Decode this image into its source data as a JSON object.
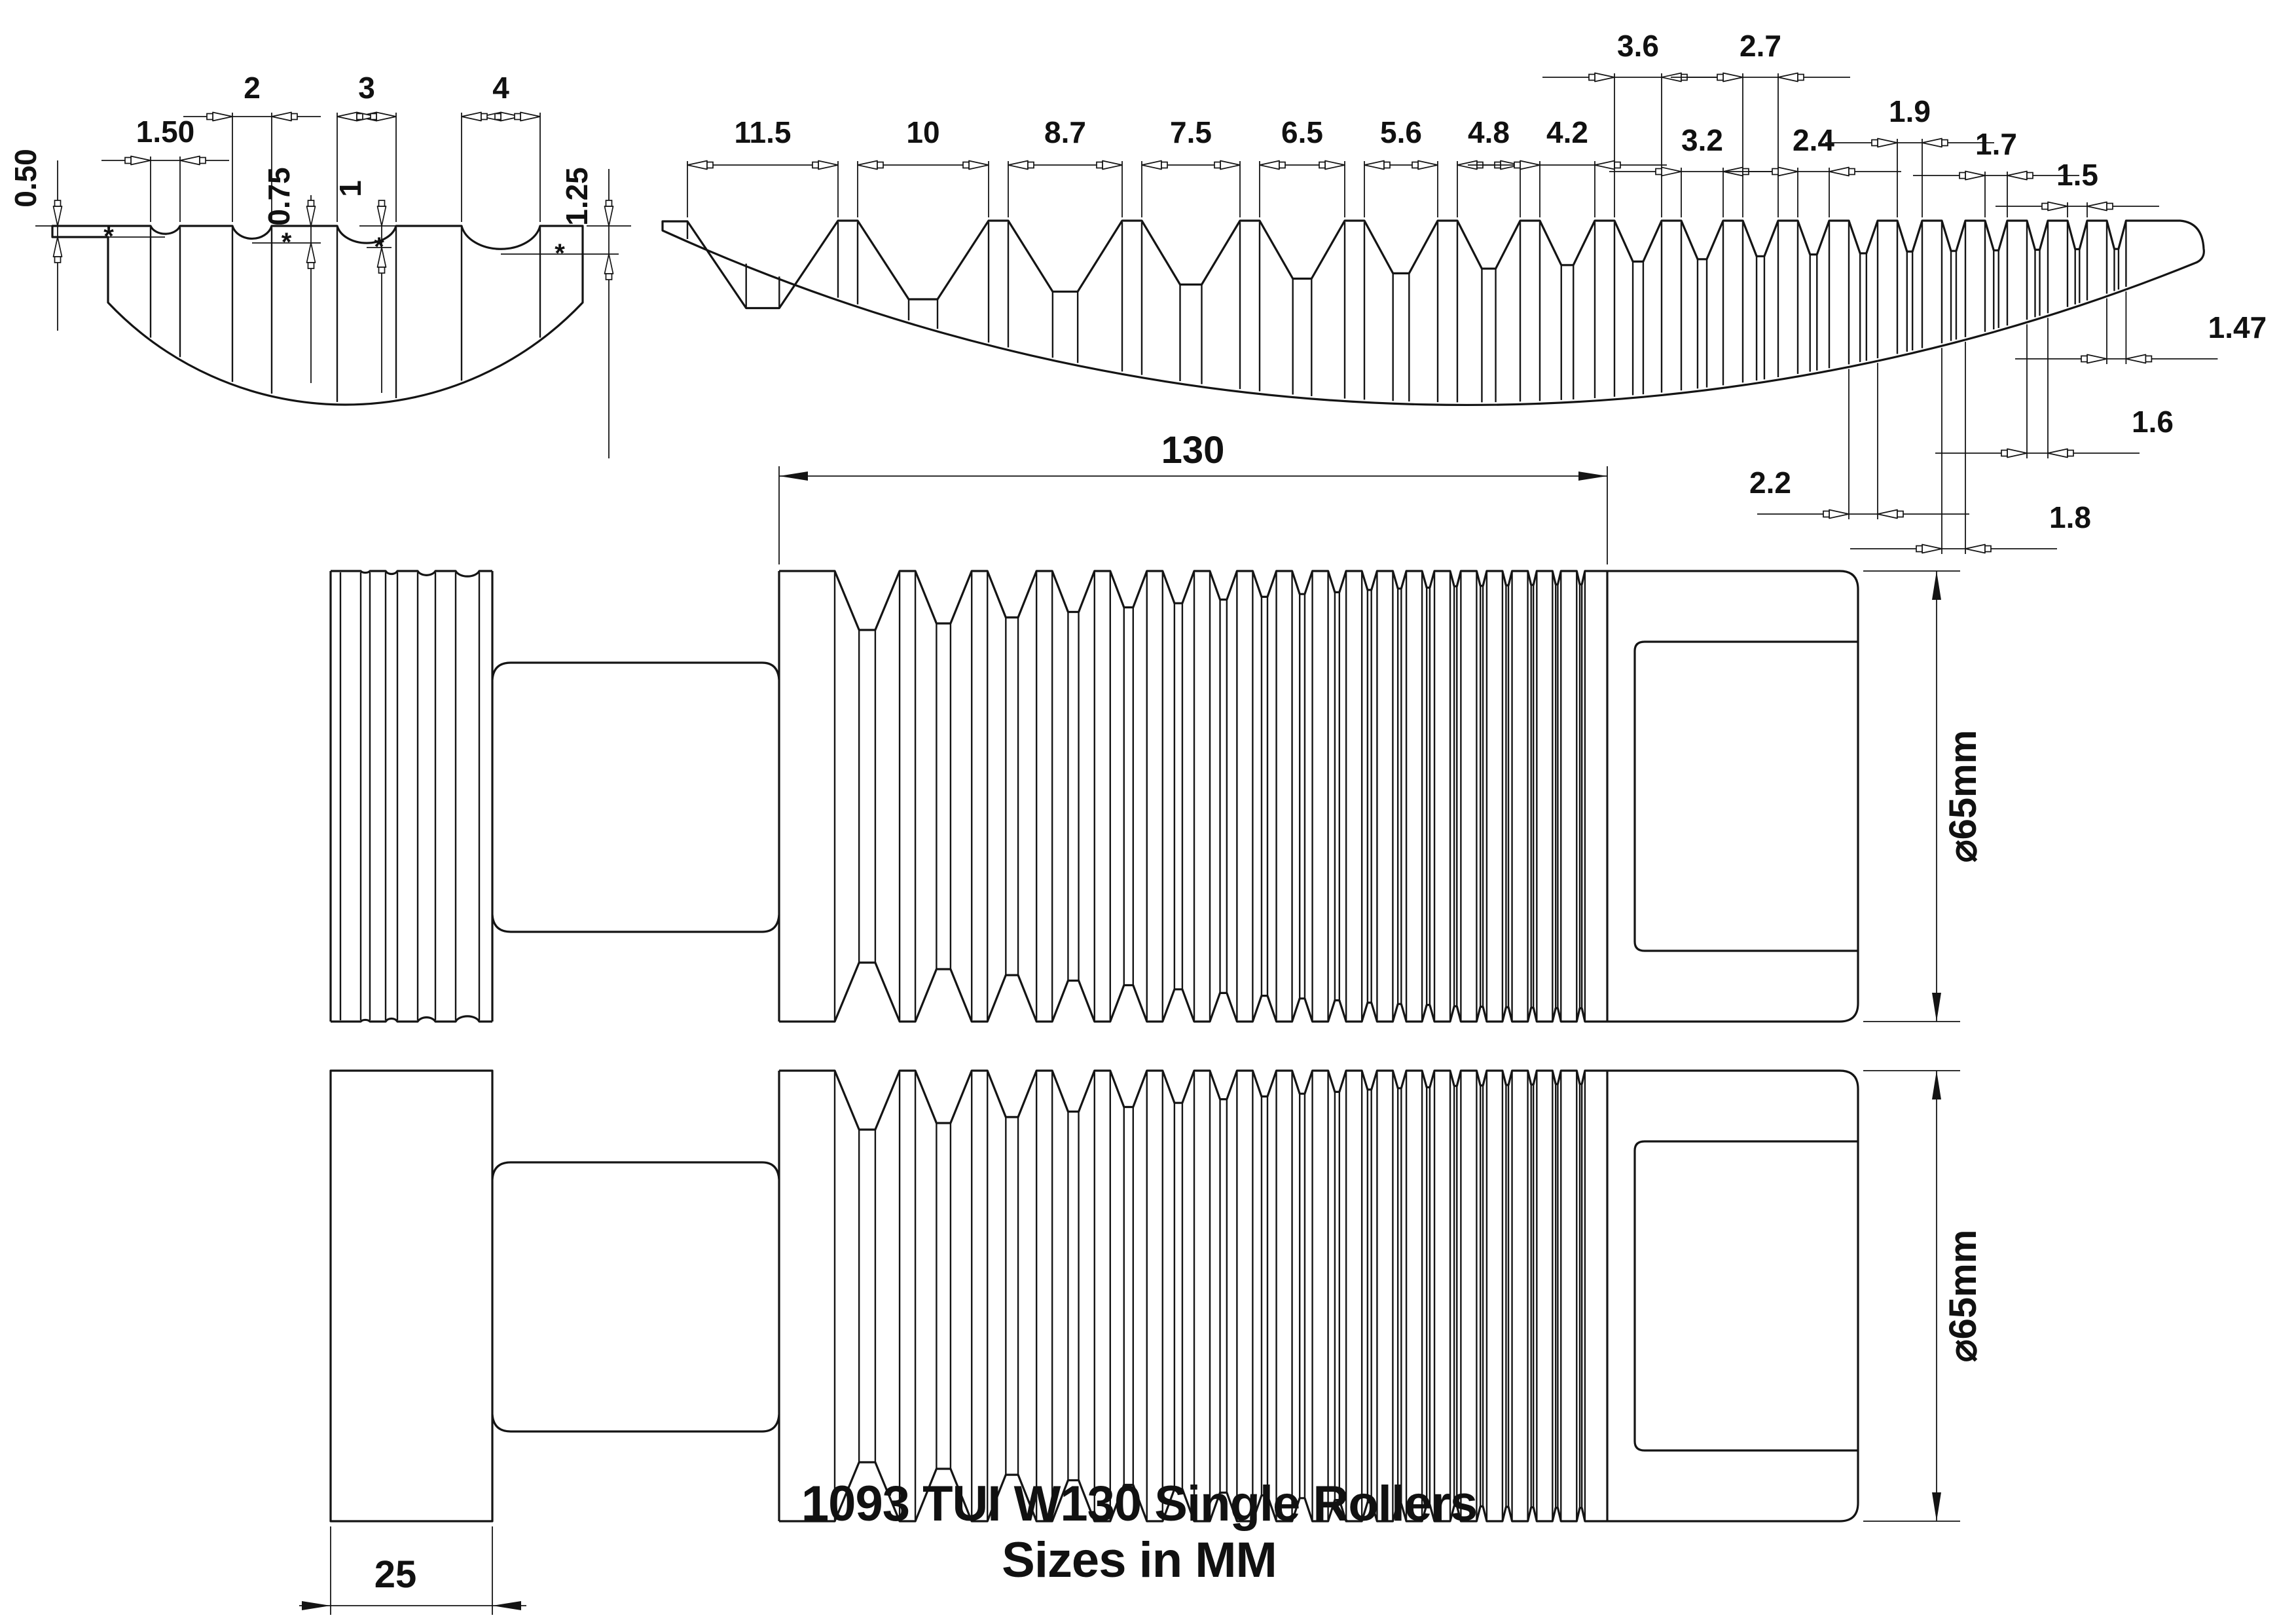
{
  "title": {
    "line1": "1093 TUI W130 Single Rollers",
    "line2": "Sizes in MM"
  },
  "small_profile": {
    "notches": [
      {
        "width_label": "1.50",
        "depth_label": "0.50",
        "width_mm": 1.5,
        "depth_mm": 0.5
      },
      {
        "width_label": "2",
        "depth_label": "0.75",
        "width_mm": 2,
        "depth_mm": 0.75
      },
      {
        "width_label": "3",
        "depth_label": "1",
        "width_mm": 3,
        "depth_mm": 1
      },
      {
        "width_label": "4",
        "depth_label": "1.25",
        "width_mm": 4,
        "depth_mm": 1.25
      }
    ]
  },
  "large_profile": {
    "groove_labels": [
      "11.5",
      "10",
      "8.7",
      "7.5",
      "6.5",
      "5.6",
      "4.8",
      "4.2",
      "3.6",
      "3.2",
      "2.7",
      "2.4",
      "2.2",
      "1.9",
      "1.8",
      "1.7",
      "1.6",
      "1.5",
      "1.47"
    ],
    "groove_widths_mm": [
      11.5,
      10,
      8.7,
      7.5,
      6.5,
      5.6,
      4.8,
      4.2,
      3.6,
      3.2,
      2.7,
      2.4,
      2.2,
      1.9,
      1.8,
      1.7,
      1.6,
      1.5,
      1.47
    ]
  },
  "rollers": {
    "barrel_length_label": "130",
    "hub_width_label": "25",
    "diameter_label": "⌀65mm"
  }
}
